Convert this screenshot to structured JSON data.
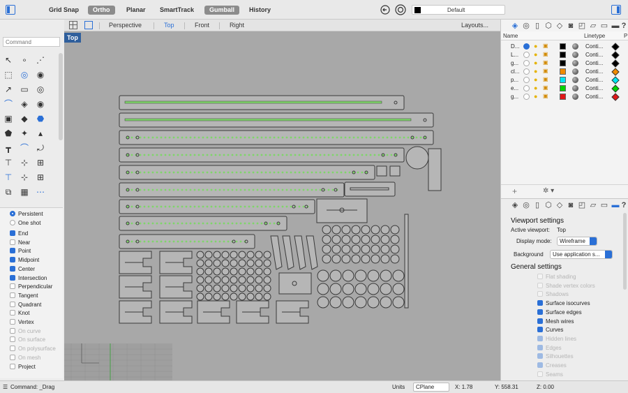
{
  "topbar": {
    "grid_snap": "Grid Snap",
    "ortho": "Ortho",
    "planar": "Planar",
    "smarttrack": "SmartTrack",
    "gumball": "Gumball",
    "history": "History",
    "current_layer": "Default"
  },
  "viewport_tabs": {
    "perspective": "Perspective",
    "top": "Top",
    "front": "Front",
    "right": "Right",
    "layouts": "Layouts..."
  },
  "viewport": {
    "label": "Top"
  },
  "command": {
    "placeholder": "Command"
  },
  "tools": [
    "↖",
    "∘",
    "⋰",
    "⬚",
    "◎",
    "◉",
    "↗",
    "▭",
    "◎",
    "⌒",
    "◈",
    "◉",
    "▣",
    "◆",
    "⬣",
    "⬟",
    "✦",
    "▴",
    "┳",
    "⌒",
    "⤾",
    "⊤",
    "⊹",
    "⊞",
    "⊤",
    "⊹",
    "⊞",
    "⧉",
    "▦",
    "⋯"
  ],
  "osnap": {
    "persistent": "Persistent",
    "one_shot": "One shot",
    "items": [
      {
        "label": "End",
        "checked": true,
        "enabled": true
      },
      {
        "label": "Near",
        "checked": false,
        "enabled": true
      },
      {
        "label": "Point",
        "checked": true,
        "enabled": true
      },
      {
        "label": "Midpoint",
        "checked": true,
        "enabled": true
      },
      {
        "label": "Center",
        "checked": true,
        "enabled": true
      },
      {
        "label": "Intersection",
        "checked": true,
        "enabled": true
      },
      {
        "label": "Perpendicular",
        "checked": false,
        "enabled": true
      },
      {
        "label": "Tangent",
        "checked": false,
        "enabled": true
      },
      {
        "label": "Quadrant",
        "checked": false,
        "enabled": true
      },
      {
        "label": "Knot",
        "checked": false,
        "enabled": true
      },
      {
        "label": "Vertex",
        "checked": false,
        "enabled": true
      },
      {
        "label": "On curve",
        "checked": false,
        "enabled": false
      },
      {
        "label": "On surface",
        "checked": false,
        "enabled": false
      },
      {
        "label": "On polysurface",
        "checked": false,
        "enabled": false
      },
      {
        "label": "On mesh",
        "checked": false,
        "enabled": false
      },
      {
        "label": "Project",
        "checked": false,
        "enabled": true
      }
    ]
  },
  "status": {
    "command": "Command: _Drag",
    "units": "Units",
    "cplane": "CPlane",
    "x": "X: 1.78",
    "y": "Y: 558.31",
    "z": "Z: 0.00"
  },
  "layers": {
    "col_name": "Name",
    "col_linetype": "Linetype",
    "col_p": "P",
    "rows": [
      {
        "name": "D...",
        "current": true,
        "color": "#000000",
        "linetype": "Conti...",
        "print": "#000000"
      },
      {
        "name": "L...",
        "current": false,
        "color": "#000000",
        "linetype": "Conti...",
        "print": "#000000"
      },
      {
        "name": "g...",
        "current": false,
        "color": "#000000",
        "linetype": "Conti...",
        "print": "#000000"
      },
      {
        "name": "cl...",
        "current": false,
        "color": "#f08a00",
        "linetype": "Conti...",
        "print": "#f08a00"
      },
      {
        "name": "p...",
        "current": false,
        "color": "#00e5f0",
        "linetype": "Conti...",
        "print": "#00e5f0"
      },
      {
        "name": "e...",
        "current": false,
        "color": "#00d400",
        "linetype": "Conti...",
        "print": "#00d400"
      },
      {
        "name": "g...",
        "current": false,
        "color": "#e01818",
        "linetype": "Conti...",
        "print": "#e01818"
      }
    ],
    "add": "+"
  },
  "viewport_settings": {
    "heading": "Viewport settings",
    "active_label": "Active viewport:",
    "active_value": "Top",
    "display_mode_label": "Display mode:",
    "display_mode_value": "Wireframe",
    "background_label": "Background",
    "background_value": "Use application s...",
    "general_heading": "General settings",
    "options": [
      {
        "label": "Flat shading",
        "checked": false,
        "enabled": false
      },
      {
        "label": "Shade vertex colors",
        "checked": false,
        "enabled": false
      },
      {
        "label": "Shadows",
        "checked": false,
        "enabled": false
      },
      {
        "label": "Surface isocurves",
        "checked": true,
        "enabled": true
      },
      {
        "label": "Surface edges",
        "checked": true,
        "enabled": true
      },
      {
        "label": "Mesh wires",
        "checked": true,
        "enabled": true
      },
      {
        "label": "Curves",
        "checked": true,
        "enabled": true
      },
      {
        "label": "Hidden lines",
        "checked": true,
        "enabled": false
      },
      {
        "label": "Edges",
        "checked": true,
        "enabled": false
      },
      {
        "label": "Silhouettes",
        "checked": true,
        "enabled": false
      },
      {
        "label": "Creases",
        "checked": true,
        "enabled": false
      },
      {
        "label": "Seams",
        "checked": false,
        "enabled": false
      }
    ]
  },
  "colors": {
    "accent": "#2a6fd6",
    "viewport_bg": "#a8a8a8",
    "part_fill": "#b6b6b6",
    "part_stroke": "#3a3a3a",
    "highlight": "#7fd66a"
  }
}
